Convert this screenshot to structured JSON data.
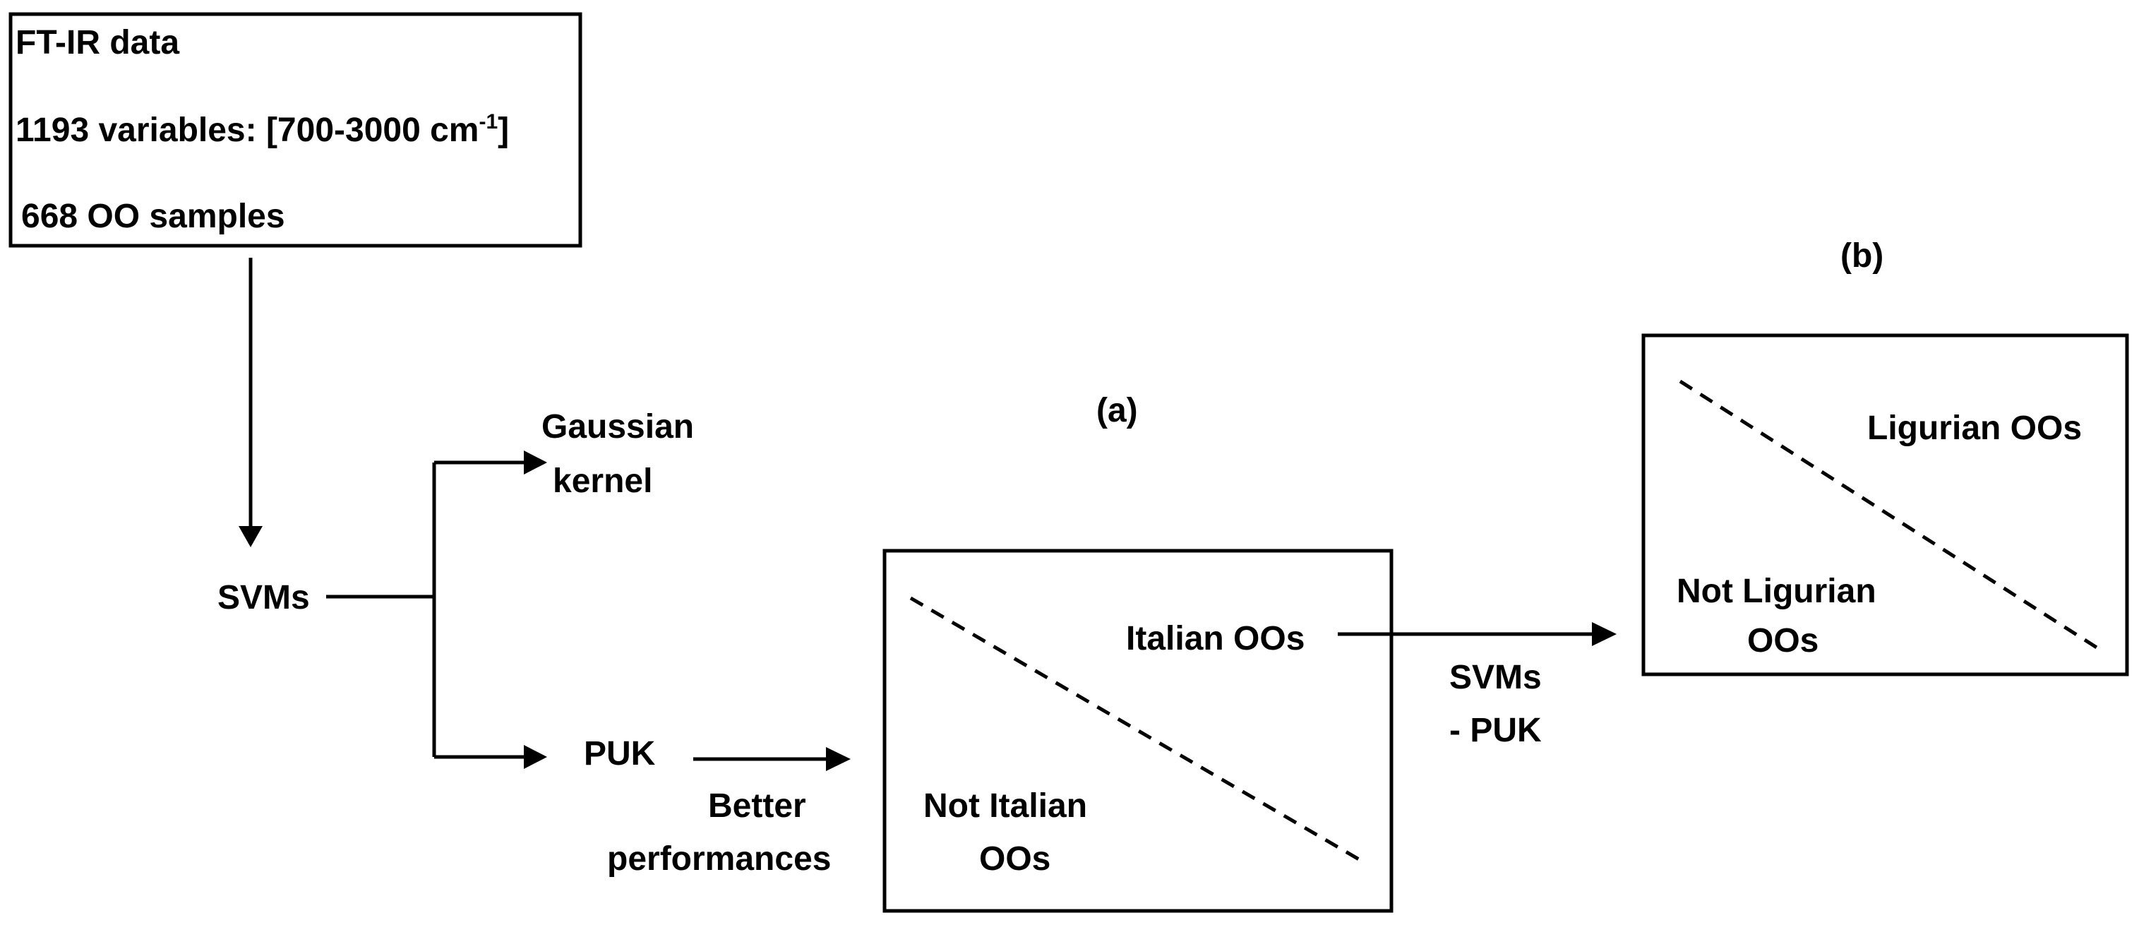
{
  "input_box": {
    "line1": "FT-IR data",
    "line2_main": "1193 variables: [700-3000 cm",
    "line2_sup": "-1",
    "line2_end": "]",
    "line3": "668 OO samples"
  },
  "nodes": {
    "svms": "SVMs",
    "gaussian_line1": "Gaussian",
    "gaussian_line2": "kernel",
    "puk": "PUK"
  },
  "edge_labels": {
    "better_line1": "Better",
    "better_line2": "performances",
    "svms_puk_line1": "SVMs",
    "svms_puk_line2": "- PUK"
  },
  "panel_a": {
    "label": "(a)",
    "positive": "Italian OOs",
    "negative_line1": "Not Italian",
    "negative_line2": "OOs"
  },
  "panel_b": {
    "label": "(b)",
    "positive": "Ligurian OOs",
    "negative_line1": "Not Ligurian",
    "negative_line2": "OOs"
  }
}
